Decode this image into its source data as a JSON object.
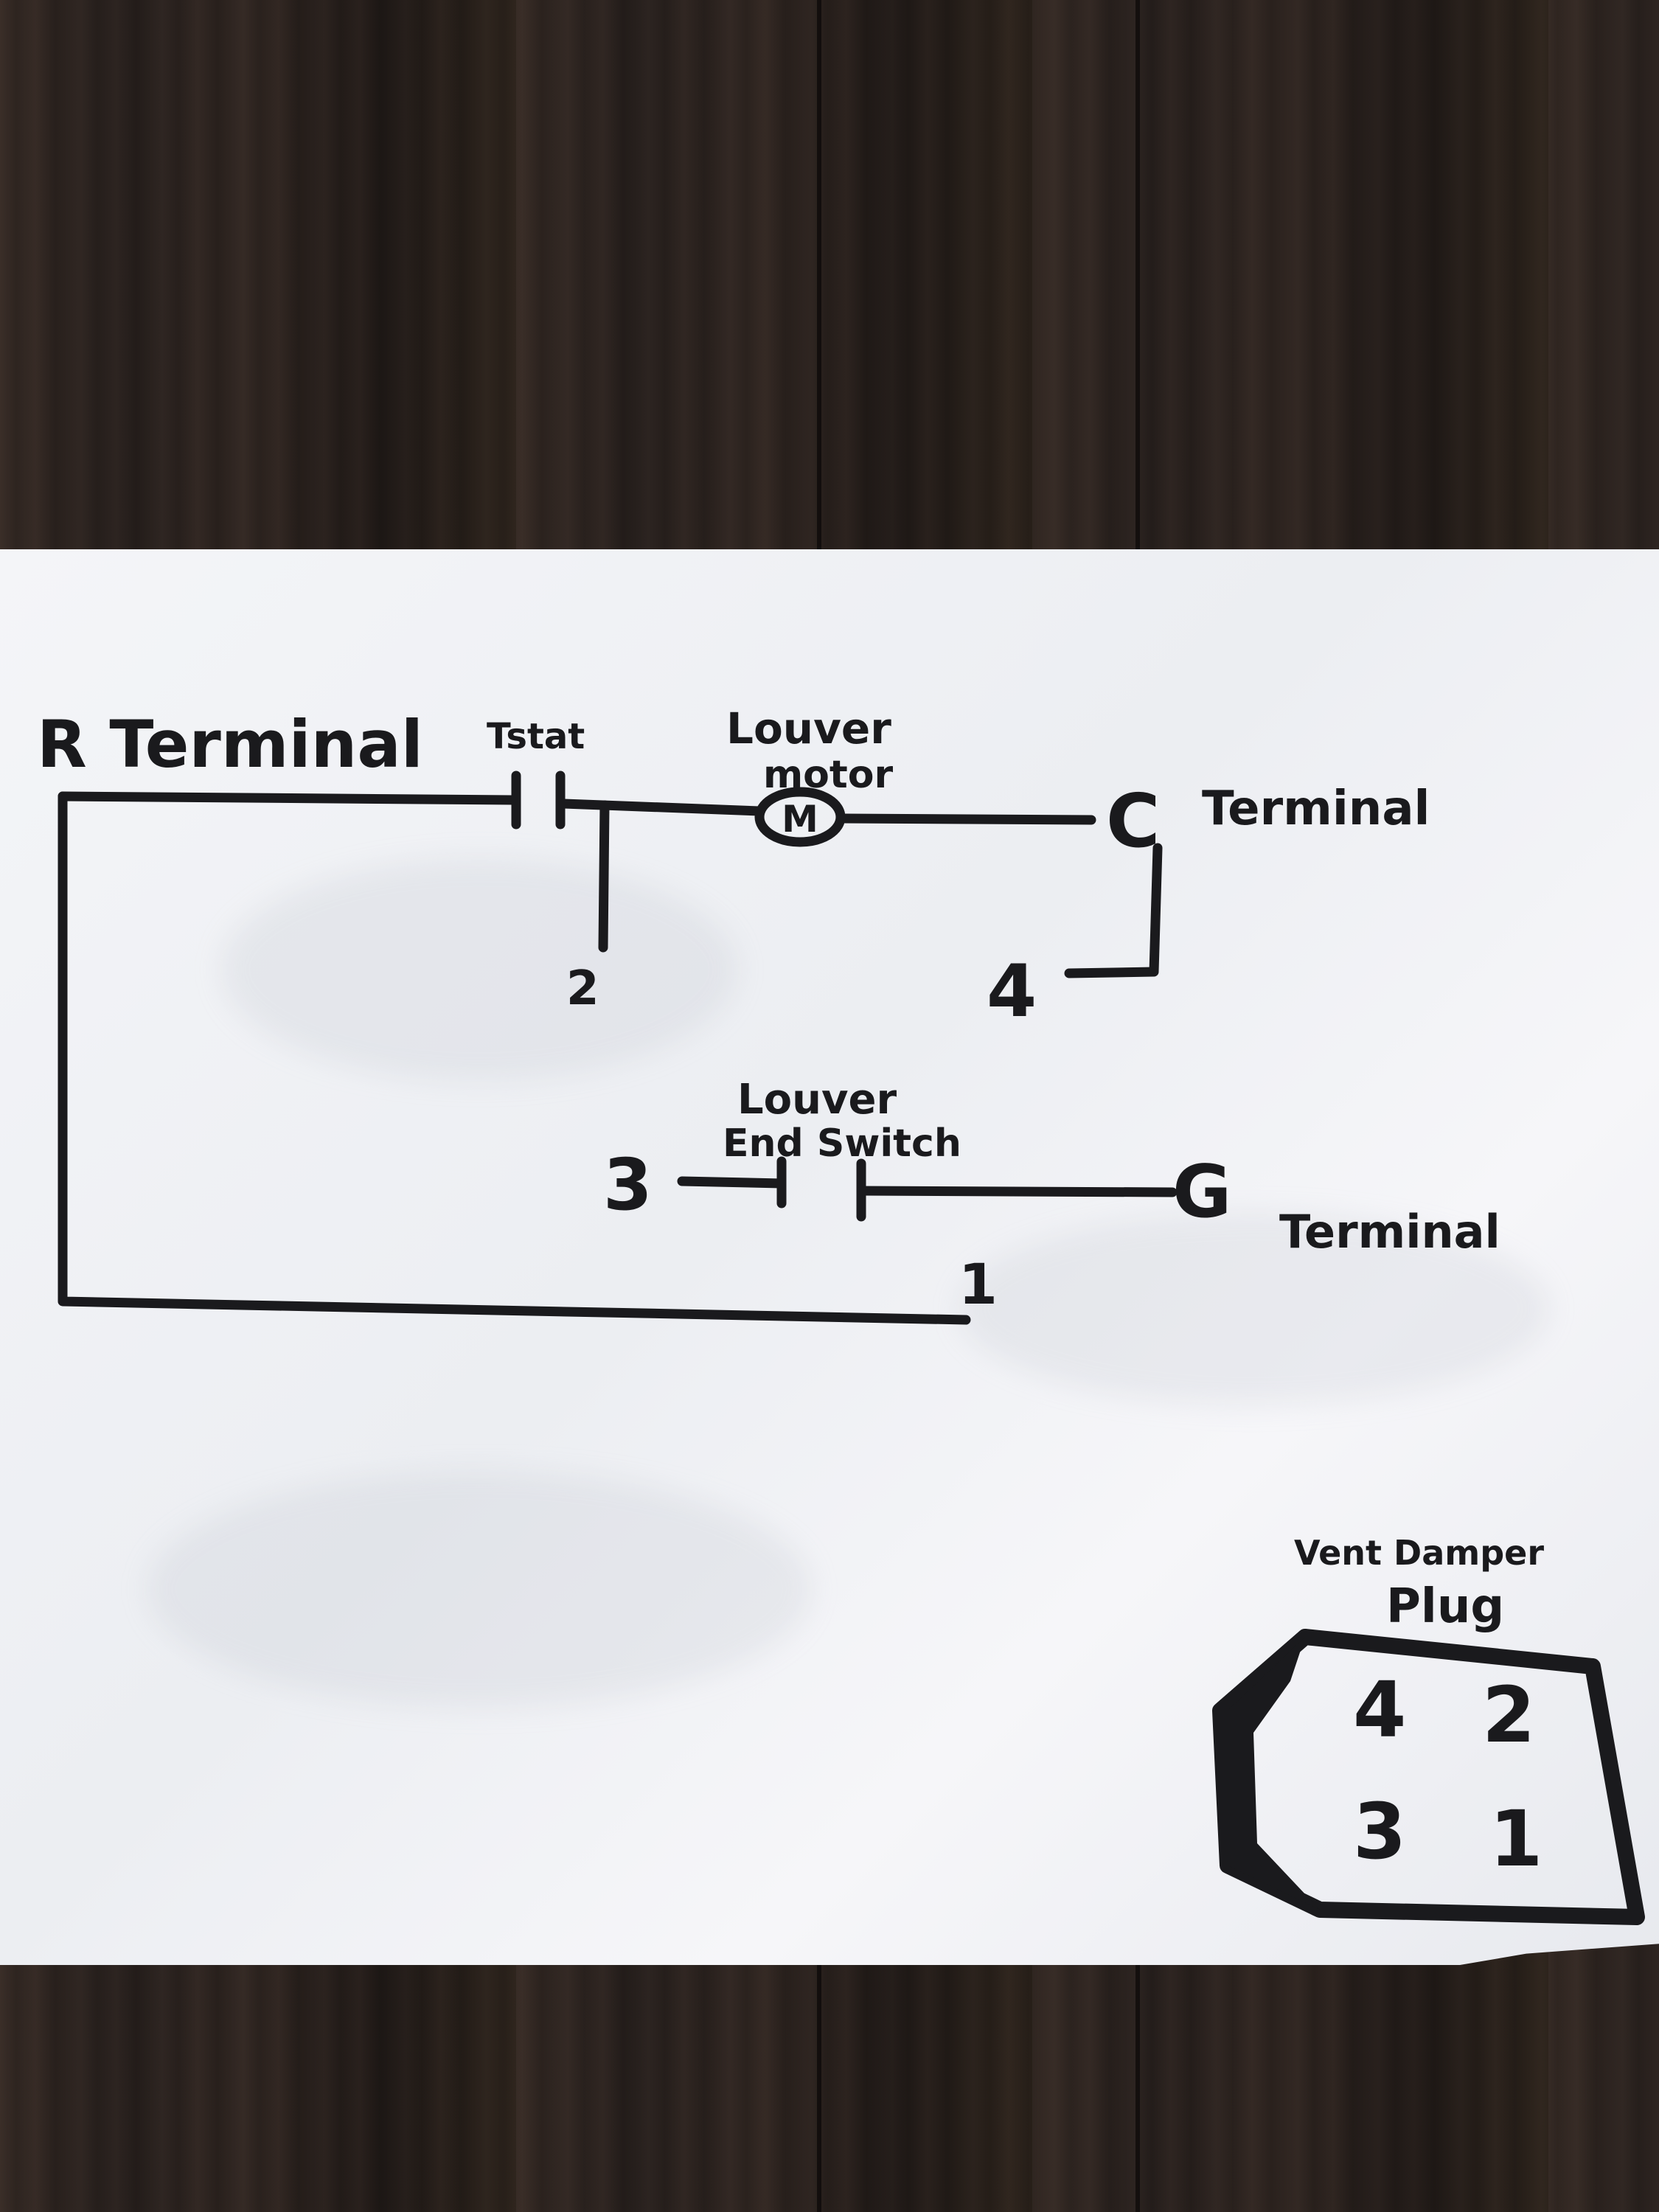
{
  "diagram": {
    "labels": {
      "r_terminal": "R Terminal",
      "tstat": "Tstat",
      "louver_motor_line1": "Louver",
      "louver_motor_line2": "motor",
      "motor_symbol": "M",
      "c_terminal_letter": "C",
      "c_terminal_word": "Terminal",
      "pin_2": "2",
      "pin_4": "4",
      "end_switch_line1": "Louver",
      "end_switch_line2": "End Switch",
      "pin_3": "3",
      "g_terminal_letter": "G",
      "g_terminal_word": "Terminal",
      "pin_1": "1"
    },
    "plug": {
      "title_line1": "Vent Damper",
      "title_line2": "Plug",
      "pins": [
        "4",
        "2",
        "3",
        "1"
      ]
    }
  }
}
